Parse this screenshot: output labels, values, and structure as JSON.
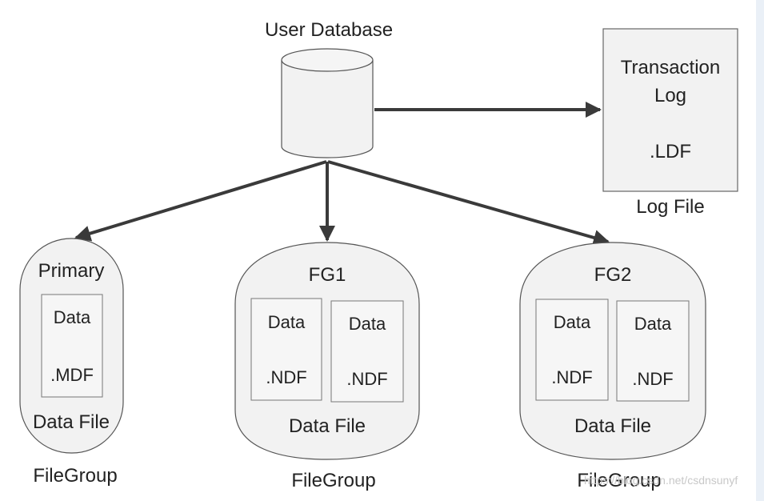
{
  "database": {
    "label": "User Database"
  },
  "log_file": {
    "title_line1": "Transaction",
    "title_line2": "Log",
    "extension": ".LDF",
    "caption": "Log File"
  },
  "filegroups": [
    {
      "name": "Primary",
      "files": [
        {
          "label": "Data",
          "extension": ".MDF"
        }
      ],
      "data_file_caption": "Data File",
      "group_caption": "FileGroup"
    },
    {
      "name": "FG1",
      "files": [
        {
          "label": "Data",
          "extension": ".NDF"
        },
        {
          "label": "Data",
          "extension": ".NDF"
        }
      ],
      "data_file_caption": "Data File",
      "group_caption": "FileGroup"
    },
    {
      "name": "FG2",
      "files": [
        {
          "label": "Data",
          "extension": ".NDF"
        },
        {
          "label": "Data",
          "extension": ".NDF"
        }
      ],
      "data_file_caption": "Data File",
      "group_caption": "FileGroup"
    }
  ],
  "watermark": "https://blog.csdn.net/csdnsunyf",
  "colors": {
    "shape_fill": "#f2f2f2",
    "shape_stroke": "#555555",
    "arrow": "#3a3a3a",
    "text": "#222222"
  }
}
